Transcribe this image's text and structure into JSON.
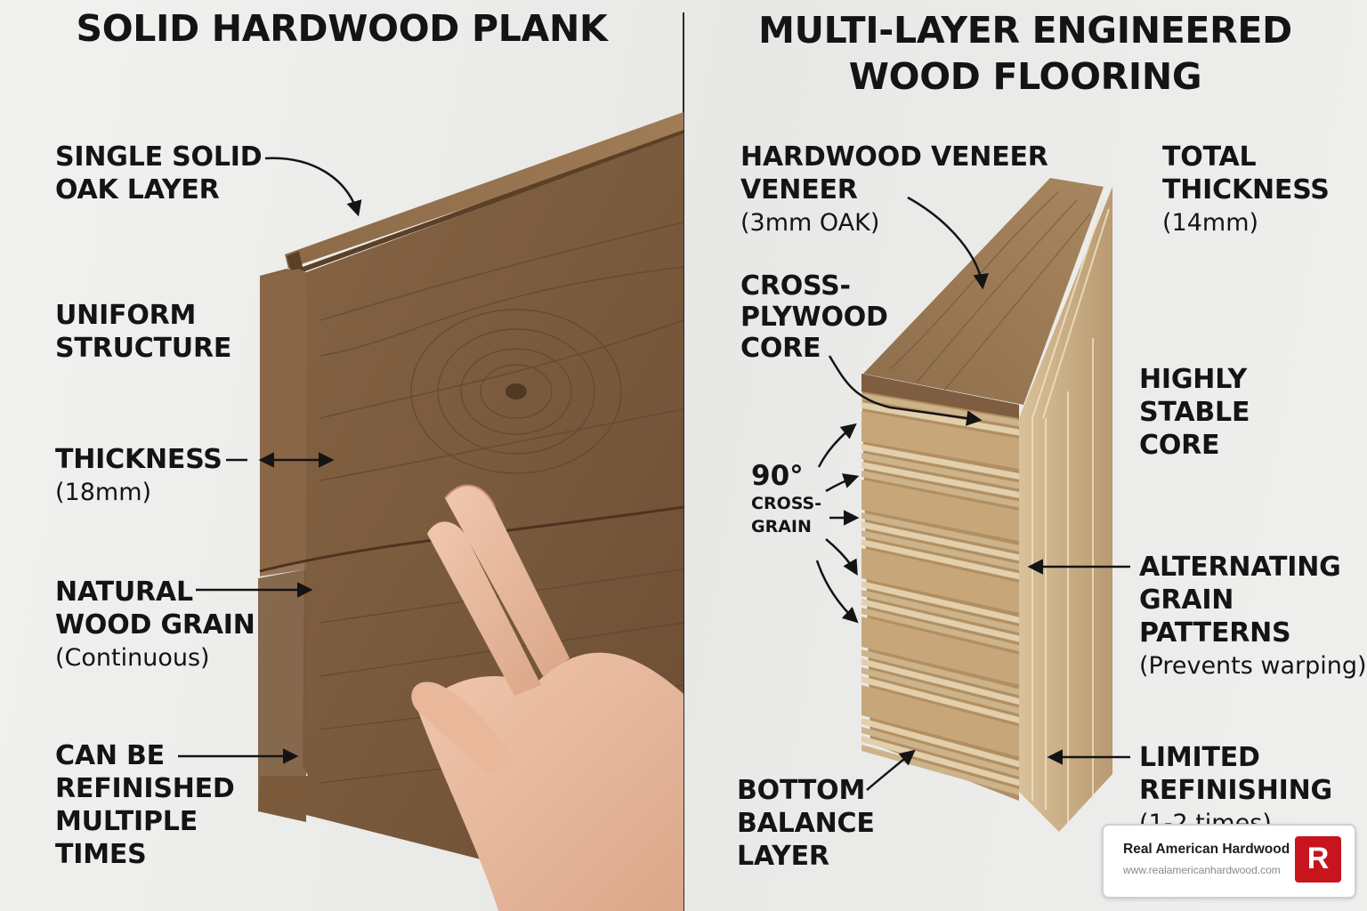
{
  "left": {
    "title": "SOLID HARDWOOD PLANK",
    "labels": {
      "single_solid": [
        "SINGLE SOLID",
        "OAK LAYER"
      ],
      "uniform": [
        "UNIFORM",
        "STRUCTURE"
      ],
      "thickness": "THICKNESS",
      "thickness_value": "(18mm)",
      "grain": [
        "NATURAL",
        "WOOD GRAIN"
      ],
      "grain_note": "(Continuous)",
      "refinish": [
        "CAN BE",
        "REFINISHED",
        "MULTIPLE",
        "TIMES"
      ]
    }
  },
  "right": {
    "title": [
      "MULTI-LAYER ENGINEERED",
      "WOOD FLOORING"
    ],
    "labels": {
      "veneer": [
        "HARDWOOD VENEER",
        "VENEER"
      ],
      "veneer_note": "(3mm OAK)",
      "total": [
        "TOTAL",
        "THICKNESS"
      ],
      "total_value": "(14mm)",
      "core": [
        "CROSS-",
        "PLYWOOD",
        "CORE"
      ],
      "stable": [
        "HIGHLY",
        "STABLE",
        "CORE"
      ],
      "cross_angle": "90°",
      "cross_grain": [
        "CROSS-",
        "GRAIN"
      ],
      "alternating": [
        "ALTERNATING",
        "GRAIN",
        "PATTERNS"
      ],
      "alternating_note": "(Prevents warping)",
      "limited": [
        "LIMITED",
        "REFINISHING"
      ],
      "limited_note": "(1-2 times)",
      "bottom": [
        "BOTTOM",
        "BALANCE",
        "LAYER"
      ]
    }
  },
  "badge": {
    "name": "Real American Hardwood",
    "url": "www.realamericanhardwood.com",
    "logo_letter": "R"
  },
  "colors": {
    "oak_face": "#7a5a3e",
    "oak_edge": "#6a4a30",
    "ply_light": "#e2cfab",
    "ply_dark": "#b28f62",
    "badge_red": "#c8151d"
  }
}
